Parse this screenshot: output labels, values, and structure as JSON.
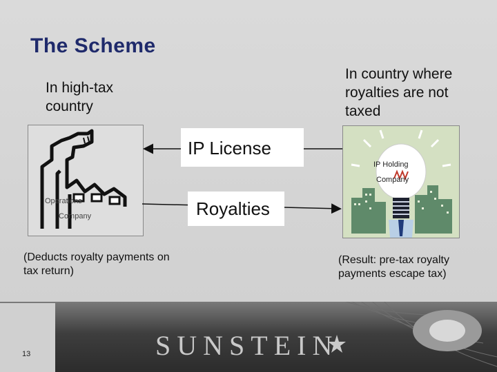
{
  "slide": {
    "title": "The Scheme",
    "page_number": "13",
    "brand": "SUNSTEIN"
  },
  "left_side": {
    "heading": "In high-tax country",
    "company_label_line1": "Operations",
    "company_label_line2": "Company",
    "note": "(Deducts royalty payments on tax return)"
  },
  "right_side": {
    "heading": "In country where royalties are not taxed",
    "company_label_line1": "IP Holding",
    "company_label_line2": "Company",
    "note": "(Result: pre-tax royalty payments escape tax)"
  },
  "flows": {
    "license_label": "IP License",
    "royalties_label": "Royalties"
  },
  "colors": {
    "title": "#1f2a6b",
    "background": "#d6d6d6",
    "footer": "#2c2c2c"
  }
}
